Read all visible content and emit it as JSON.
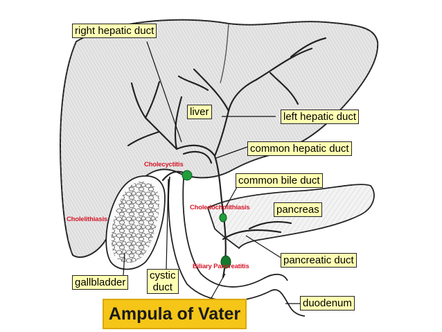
{
  "labels": {
    "right_hepatic_duct": "right hepatic duct",
    "liver": "liver",
    "left_hepatic_duct": "left hepatic duct",
    "common_hepatic_duct": "common hepatic duct",
    "common_bile_duct": "common bile duct",
    "pancreas": "pancreas",
    "pancreatic_duct": "pancreatic duct",
    "duodenum": "duodenum",
    "gallbladder": "gallbladder",
    "cystic_duct_line1": "cystic",
    "cystic_duct_line2": "duct"
  },
  "conditions": {
    "cholecystitis": "Cholecyctitis",
    "cholelithiasis": "Cholelithiasis",
    "choledocholithiasis": "Choledocholithiasis",
    "biliary_pancreatitis": "Biliary Pancreatitis"
  },
  "banner": {
    "title": "Ampula of Vater"
  },
  "colors": {
    "label_fill": "#ffffb3",
    "condition_text": "#d5182a",
    "marker_green": "#1f9e3a",
    "banner_fill": "#f5c518"
  }
}
